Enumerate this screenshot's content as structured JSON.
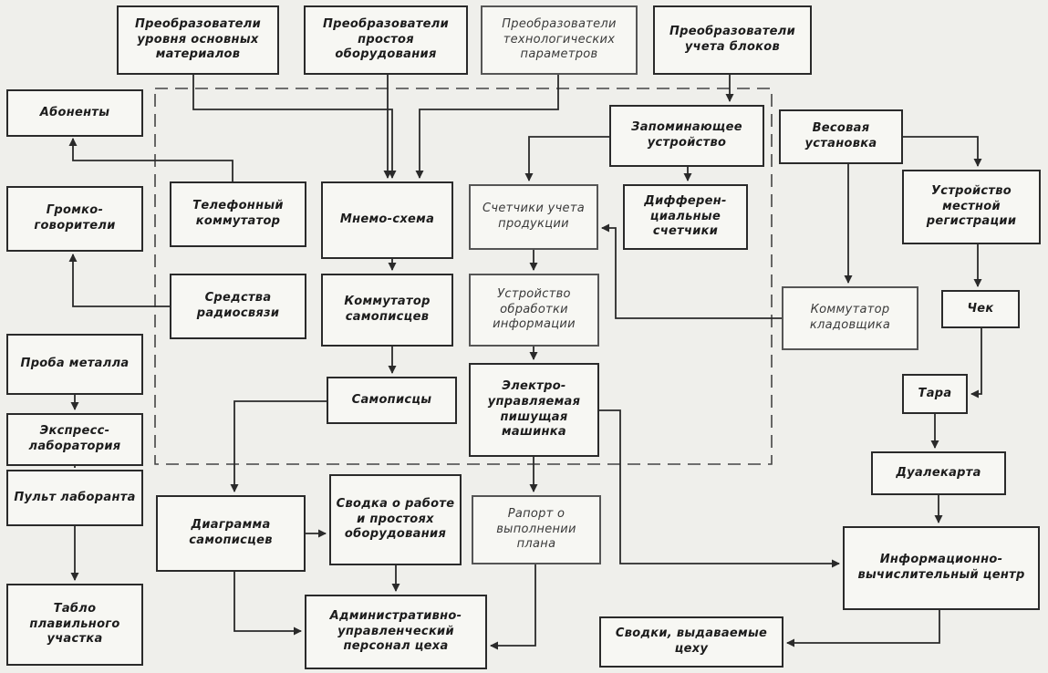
{
  "diagram": {
    "nodes": {
      "n_mat": "Преобразователи уровня основных материалов",
      "n_prost": "Преобразователи простоя оборудования",
      "n_tech": "Преобразователи технологических параметров",
      "n_blok": "Преобразователи учета блоков",
      "n_abon": "Абоненты",
      "n_gromko": "Громко-говорители",
      "n_tel": "Телефонный коммутатор",
      "n_mnemo": "Мнемо-схема",
      "n_zapom": "Запоминающее устройство",
      "n_schet": "Счетчики учета продукции",
      "n_diff": "Дифферен-циальные счетчики",
      "n_vesov": "Весовая установка",
      "n_mestn": "Устройство местной регистрации",
      "n_radio": "Средства радиосвязи",
      "n_kommsam": "Коммутатор самописцев",
      "n_obrab": "Устройство обработки информации",
      "n_kladov": "Коммутатор кладовщика",
      "n_chek": "Чек",
      "n_proba": "Проба металла",
      "n_samop": "Самописцы",
      "n_elektro": "Электро-управляемая пишущая машинка",
      "n_tara": "Тара",
      "n_ekspr": "Экспресс-лаборатория",
      "n_dualk": "Дуалекарта",
      "n_pult": "Пульт лаборанта",
      "n_diagr": "Диаграмма самописцев",
      "n_svodka": "Сводка о работе и простоях оборудования",
      "n_raport": "Рапорт о выполнении плана",
      "n_ivc": "Информационно-вычислительный центр",
      "n_tablo": "Табло плавильного участка",
      "n_admin": "Административно-управленческий персонал цеха",
      "n_svodki": "Сводки, выдаваемые цеху"
    }
  }
}
